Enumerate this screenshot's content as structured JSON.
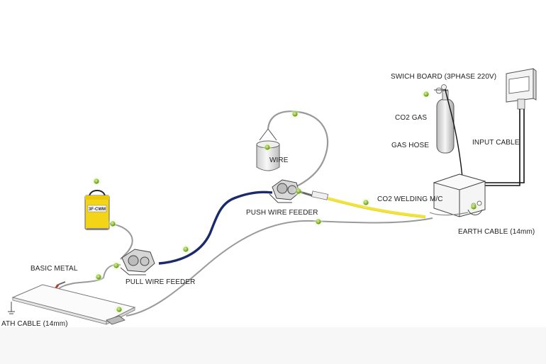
{
  "labels": {
    "switch_board": "SWICH BOARD (3PHASE 220V)",
    "co2_gas": "CO2 GAS",
    "gas_hose": "GAS HOSE",
    "input_cable": "INPUT CABLE",
    "wire": "WIRE",
    "push_wire_feeder": "PUSH WIRE FEEDER",
    "co2_welding_mc": "CO2 WELDING M/C",
    "earth_cable": "EARTH CABLE (14mm)",
    "basic_metal": "BASIC METAL",
    "pull_wire_feeder": "PULL WIRE FEEDER",
    "ath_cable": "ATH CABLE (14mm)",
    "cooler_tag": "3F-CWM"
  },
  "colors": {
    "marker_green": "#8fbf3a",
    "conduit_navy": "#1b2a6b",
    "power_cable_yellow": "#f2e33a",
    "cooler_yellow": "#f4d417",
    "line_gray": "#9a9a9a",
    "background_bottom": "#f7f7f7"
  }
}
